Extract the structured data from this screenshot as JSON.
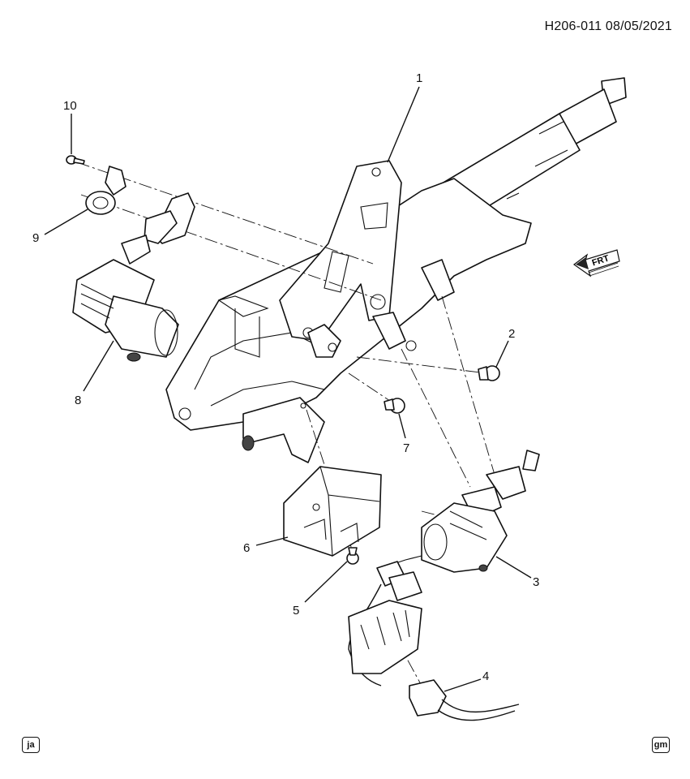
{
  "header": {
    "doc_id": "H206-011",
    "date": "08/05/2021"
  },
  "callouts": [
    {
      "number": "1"
    },
    {
      "number": "2"
    },
    {
      "number": "3"
    },
    {
      "number": "4"
    },
    {
      "number": "5"
    },
    {
      "number": "6"
    },
    {
      "number": "7"
    },
    {
      "number": "8"
    },
    {
      "number": "9"
    },
    {
      "number": "10"
    }
  ],
  "direction_indicator": {
    "label": "FRT",
    "icon": "front-arrow-icon"
  },
  "badges": {
    "left": "ja",
    "right": "gm"
  }
}
